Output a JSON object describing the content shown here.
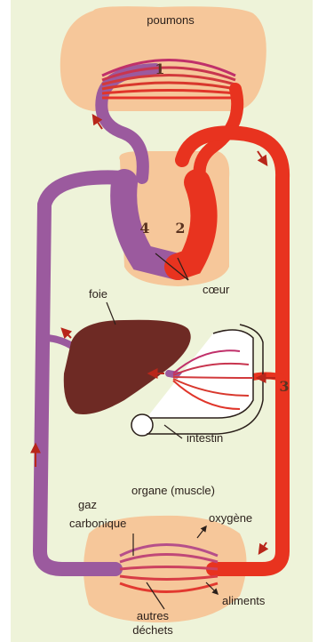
{
  "labels": {
    "lungs": "poumons",
    "heart": "cœur",
    "liver": "foie",
    "intestine": "intestin",
    "organ": "organe (muscle)",
    "co2_line1": "gaz",
    "co2_line2": "carbonique",
    "oxygen": "oxygène",
    "nutrients": "aliments",
    "waste_line1": "autres",
    "waste_line2": "déchets"
  },
  "numbers": {
    "lung_circuit": "1",
    "left_heart": "2",
    "intestine_junction": "3",
    "right_heart": "4"
  },
  "colors": {
    "oxygenated": "#e8331f",
    "deoxygenated": "#9b5a9e",
    "organ_tint": "#f6c79a",
    "liver": "#6e2a24",
    "background": "#eef3d9"
  }
}
